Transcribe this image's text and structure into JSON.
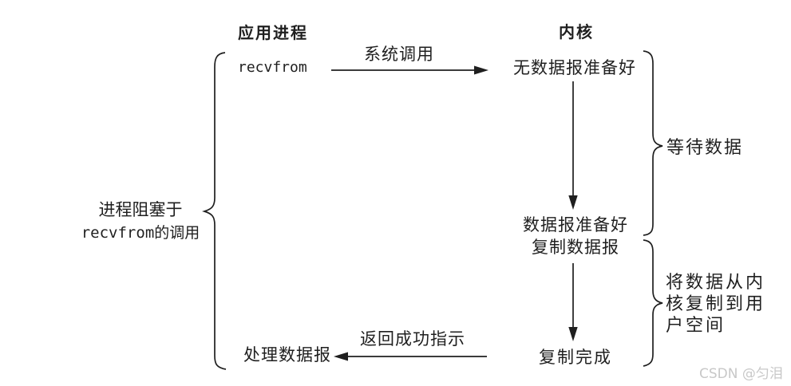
{
  "colors": {
    "ink": "#1f1f1f",
    "watermark": "#c8c8c8",
    "background": "#ffffff"
  },
  "headers": {
    "app_process": "应用进程",
    "kernel": "内核"
  },
  "app_side": {
    "recvfrom": "recvfrom",
    "process_datagram": "处理数据报",
    "blocked_note_line1": "进程阻塞于",
    "blocked_note_line2": "recvfrom的调用"
  },
  "kernel_side": {
    "no_datagram_ready": "无数据报准备好",
    "datagram_ready": "数据报准备好",
    "copy_datagram": "复制数据报",
    "copy_complete": "复制完成"
  },
  "arrows": {
    "syscall": "系统调用",
    "return_ok": "返回成功指示"
  },
  "braces": {
    "wait_data": "等待数据",
    "copy_note_line1": "将数据从内",
    "copy_note_line2": "核复制到用",
    "copy_note_line3": "户空间"
  },
  "watermark": "CSDN @匀泪"
}
